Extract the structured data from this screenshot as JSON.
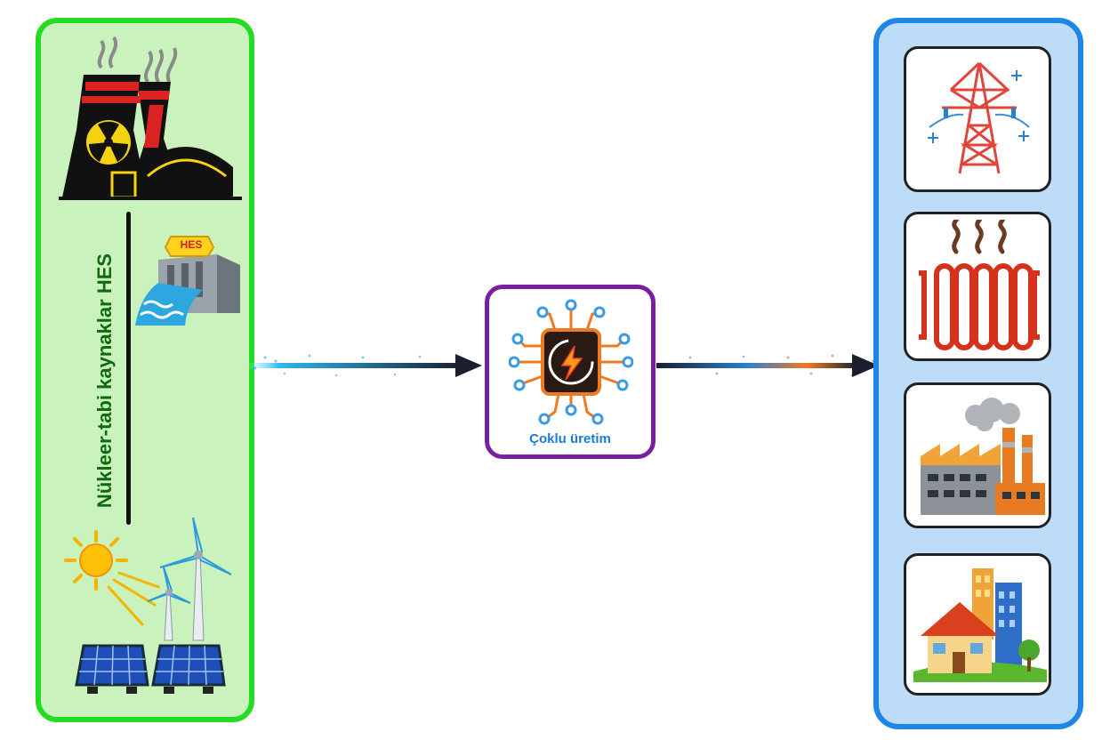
{
  "left_panel": {
    "label": "Nükleer-tabi kaynaklar HES",
    "items": [
      {
        "icon": "nuclear-plant-icon"
      },
      {
        "icon": "hydro-dam-icon",
        "badge": "HES"
      },
      {
        "icon": "sun-icon"
      },
      {
        "icon": "wind-turbine-icon"
      },
      {
        "icon": "solar-panel-icon"
      }
    ]
  },
  "hub": {
    "label": "Çoklu üretim",
    "icon": "energy-chip-icon"
  },
  "right_panel": {
    "items": [
      {
        "icon": "transmission-tower-icon"
      },
      {
        "icon": "radiator-heating-icon"
      },
      {
        "icon": "factory-icon"
      },
      {
        "icon": "residential-buildings-icon"
      }
    ]
  },
  "colors": {
    "left_border": "#22dd22",
    "left_fill": "#c9f2bd",
    "right_border": "#1e86e6",
    "right_fill": "#bcdcf8",
    "hub_border": "#7a1fa0",
    "hub_label": "#1a7ad8",
    "label_text": "#0f6a0f"
  }
}
